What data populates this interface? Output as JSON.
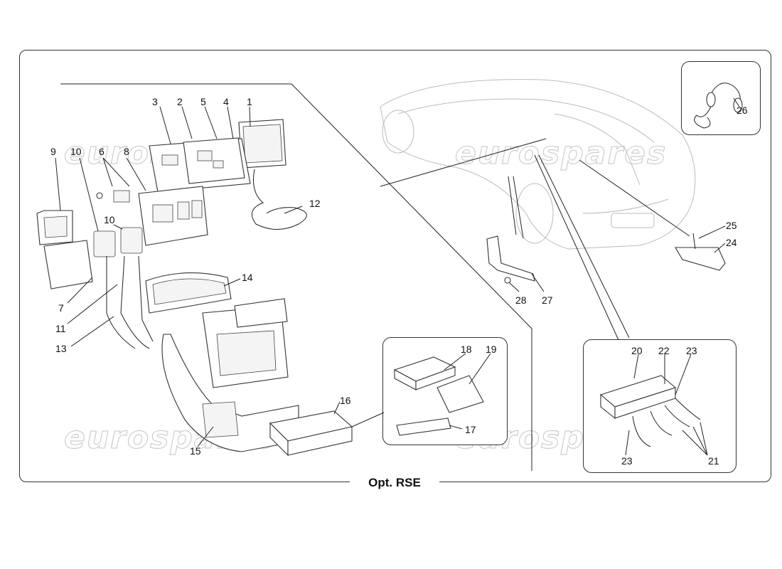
{
  "caption": "Opt. RSE",
  "watermark": "eurospares",
  "callouts": {
    "c1": "1",
    "c2": "2",
    "c3": "3",
    "c4": "4",
    "c5": "5",
    "c6": "6",
    "c7": "7",
    "c8": "8",
    "c9": "9",
    "c10a": "10",
    "c10b": "10",
    "c11": "11",
    "c12": "12",
    "c13": "13",
    "c14": "14",
    "c15": "15",
    "c16": "16",
    "c17": "17",
    "c18": "18",
    "c19": "19",
    "c20": "20",
    "c21": "21",
    "c22": "22",
    "c23a": "23",
    "c23b": "23",
    "c24": "24",
    "c25": "25",
    "c26": "26",
    "c27": "27",
    "c28": "28"
  }
}
